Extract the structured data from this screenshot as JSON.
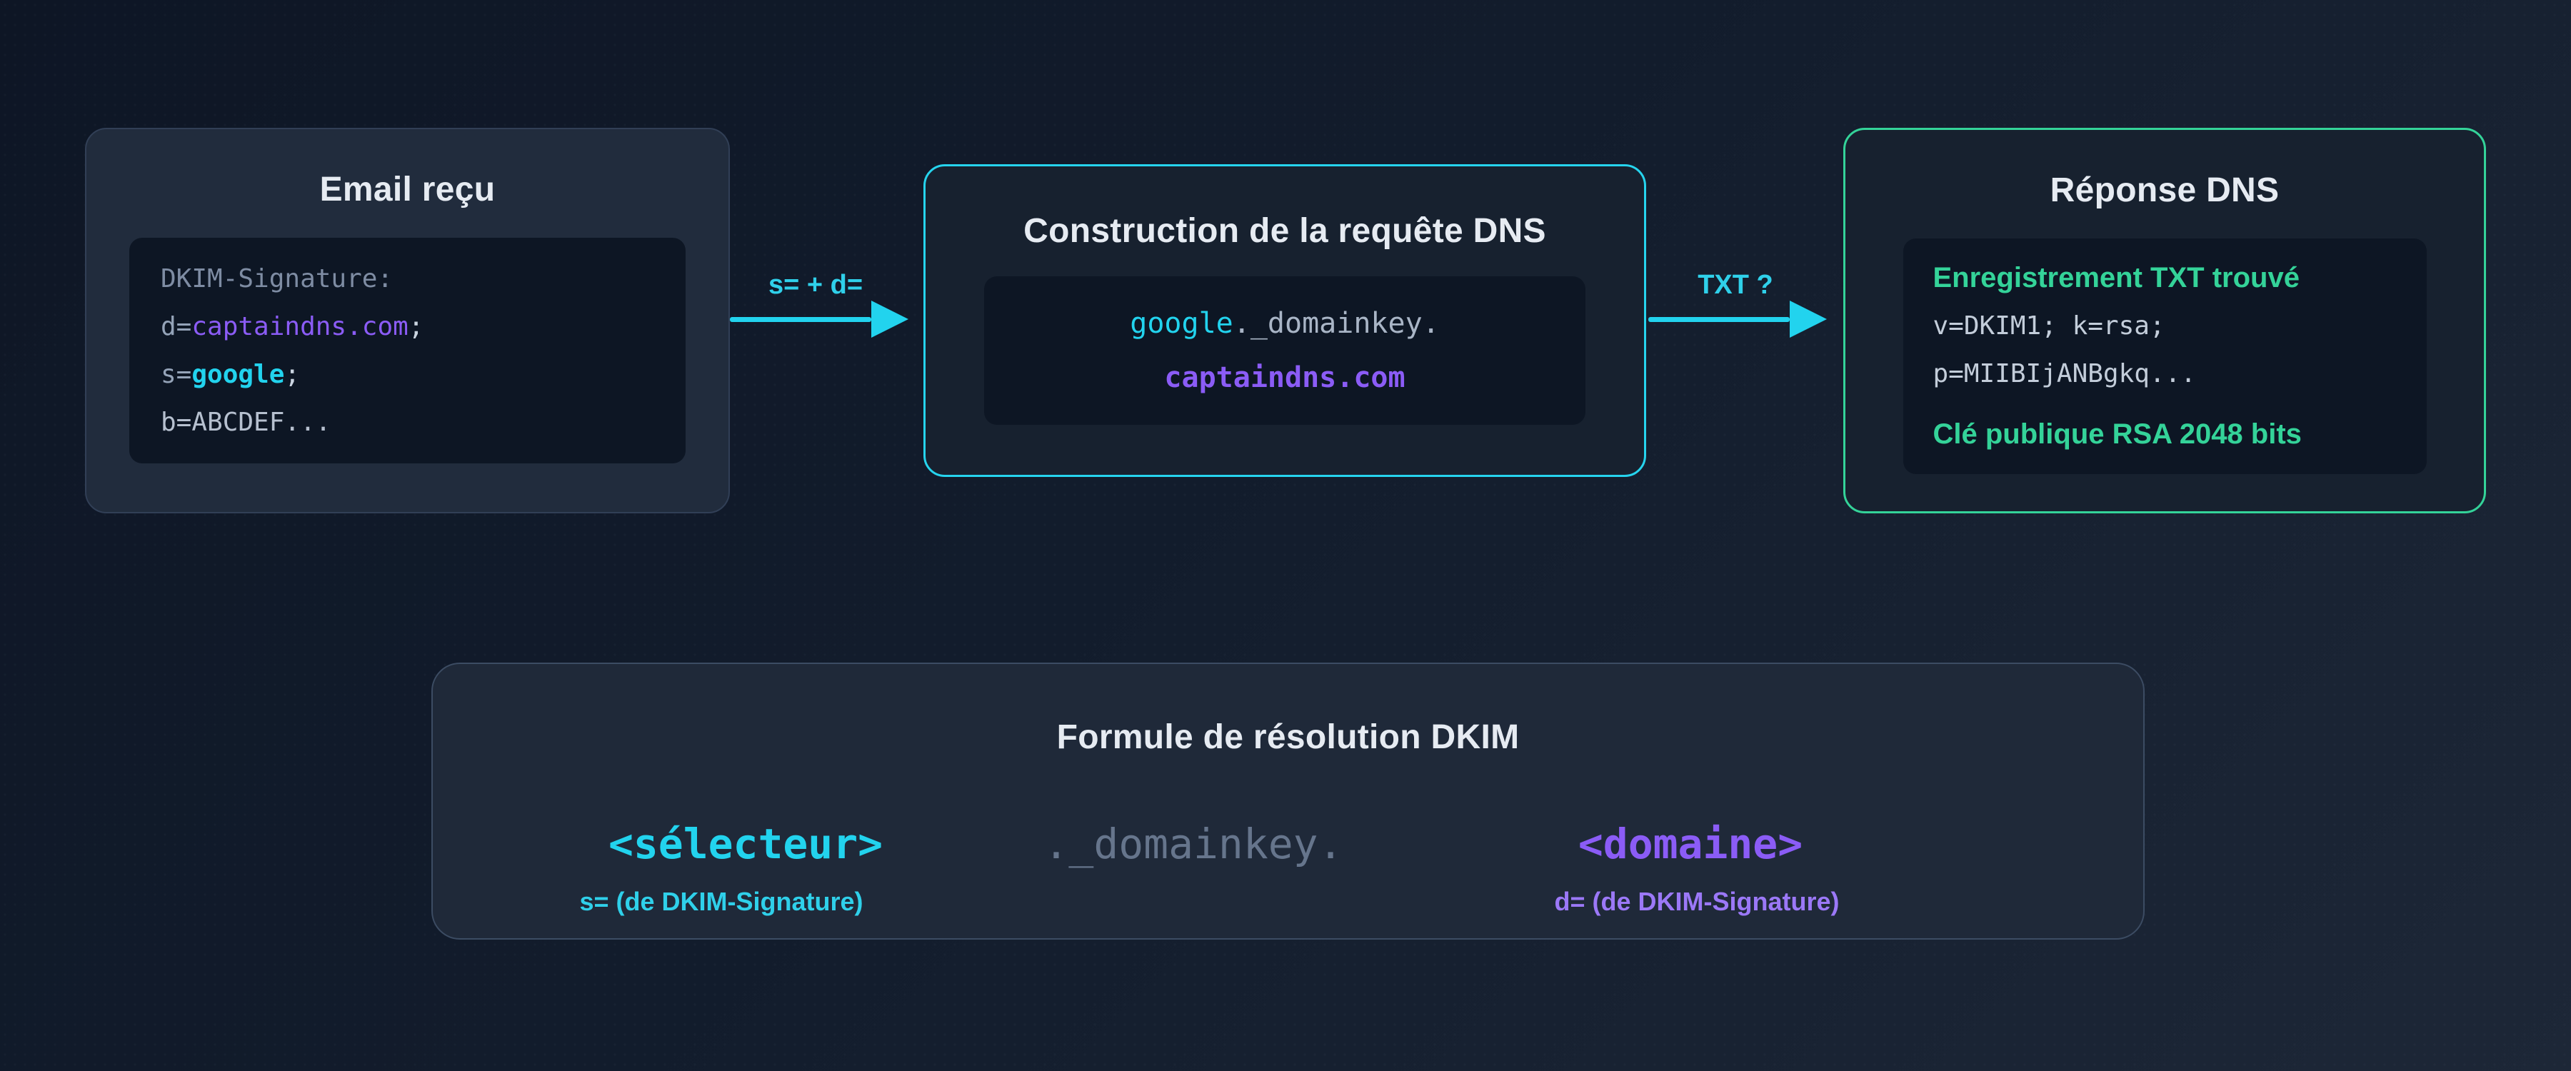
{
  "colors": {
    "cyan": "#22d3ee",
    "green": "#34d399",
    "purple": "#8b5cf6",
    "title_text": "#e6ebf2",
    "code_background": "#0d1624"
  },
  "email_box": {
    "title": "Email reçu",
    "header_line": "DKIM-Signature:",
    "d_line": {
      "key": "d=",
      "value": "captaindns.com",
      "end": ";"
    },
    "s_line": {
      "key": "s=",
      "value": "google",
      "end": ";"
    },
    "b_line": "b=ABCDEF..."
  },
  "selector_arrow": {
    "label": "s= + d="
  },
  "query_box": {
    "title": "Construction de la requête DNS",
    "query_line1": {
      "selector": "google",
      "suffix": "._domainkey."
    },
    "query_line2": "captaindns.com"
  },
  "txt_arrow": {
    "label": "TXT ?"
  },
  "response_box": {
    "title": "Réponse DNS",
    "status_line": "Enregistrement TXT trouvé",
    "record_line1": "v=DKIM1; k=rsa;",
    "record_line2": "p=MIIBIjANBgkq...",
    "key_info_line": "Clé publique RSA 2048 bits"
  },
  "formula_box": {
    "title": "Formule de résolution DKIM",
    "selector_token": "<sélecteur>",
    "middle_token": "._domainkey.",
    "domain_token": "<domaine>",
    "selector_note": "s= (de DKIM-Signature)",
    "domain_note": "d= (de DKIM-Signature)"
  }
}
